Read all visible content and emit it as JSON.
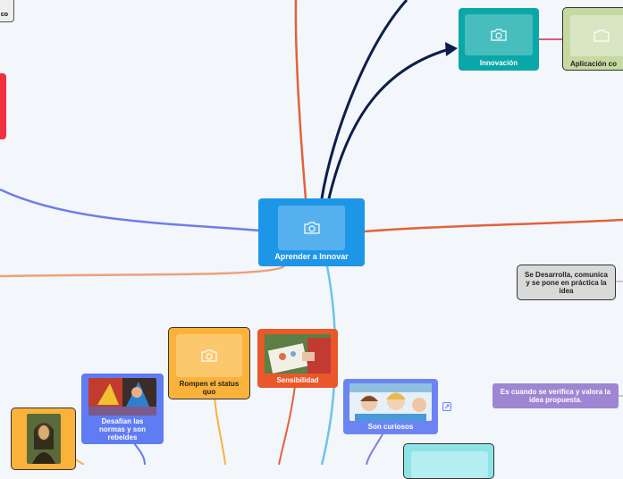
{
  "central": {
    "label": "Aprender a Innovar",
    "icon": "camera-icon",
    "color": "#1e96e8"
  },
  "innovacion": {
    "label": "Innovación",
    "icon": "camera-icon",
    "color": "#0aa7a9"
  },
  "aplicacion": {
    "label": "Aplicación co",
    "color": "#c5d9a0"
  },
  "top_left_fragment": {
    "label": "co"
  },
  "desarrolla": {
    "label": "Se Desarrolla, comunica y se pone en práctica la idea",
    "color": "#d9d9d9"
  },
  "verifica": {
    "label": "Es cuando se verifica y valora la idea propuesta.",
    "color": "#9e86d2"
  },
  "rompen": {
    "label": "Rompen el status quo",
    "icon": "camera-icon",
    "color": "#fbb23a"
  },
  "sensibilidad": {
    "label": "Sensibilidad",
    "color": "#e9572a"
  },
  "desafian": {
    "label": "Desafían las normas y son rebeldes",
    "color": "#5f7cf2"
  },
  "curiosos": {
    "label": "Son curiosos",
    "color": "#6c84f2"
  },
  "mona_lisa": {
    "color": "#fbb23a"
  },
  "bottom_cyan": {
    "color": "#8ce4e6"
  },
  "colors": {
    "navy": "#0e1e4a",
    "orange": "#e2623a",
    "blue": "#6c7ee8",
    "lightblue": "#6cc3ee",
    "peach": "#eba277",
    "red": "#f0303e",
    "magenta": "#d0265a",
    "yellow": "#fbb23a",
    "purple": "#8a7ad6"
  }
}
